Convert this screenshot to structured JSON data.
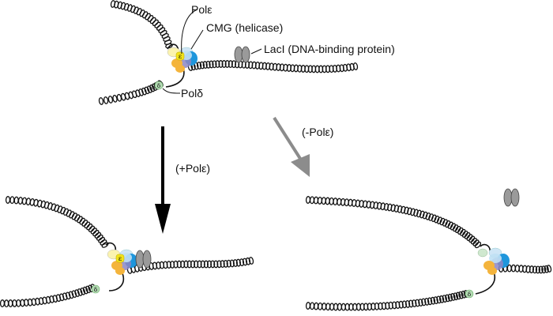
{
  "labels": {
    "pol_epsilon": "Polε",
    "cmg": "CMG (helicase)",
    "laci": "LacI (DNA-binding protein)",
    "pol_delta": "Polδ",
    "plus_pol_epsilon": "(+Polε)",
    "minus_pol_epsilon": "(-Polε)",
    "epsilon_glyph": "ε",
    "delta_glyph": "δ"
  },
  "colors": {
    "dna": "#111111",
    "arrow_plus": "#000000",
    "arrow_minus": "#8c8c8c",
    "laci": "#9a9a9a",
    "pol_epsilon_core": "#f2e21a",
    "pol_epsilon_light": "#fbf3b0",
    "cmg_blue": "#1e96dc",
    "cmg_light": "#bfe0f4",
    "cmg_purple": "#8c86c4",
    "gins_orange": "#f4b43c",
    "pol_delta": "#b4dcb4"
  },
  "panels": [
    {
      "id": "initial",
      "description": "Replication fork with CMG, Polε, Polδ approaching LacI"
    },
    {
      "id": "plus_pol_epsilon",
      "description": "CMG with Polε stalls at LacI"
    },
    {
      "id": "minus_pol_epsilon",
      "description": "CMG without Polε bypasses LacI"
    }
  ]
}
